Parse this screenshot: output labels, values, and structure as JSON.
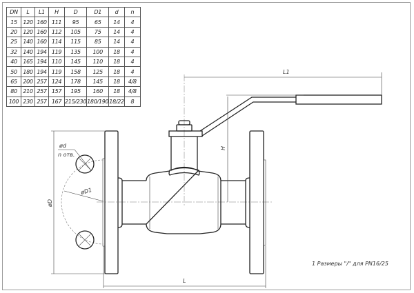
{
  "table": {
    "headers": [
      "DN",
      "L",
      "L1",
      "H",
      "D",
      "D1",
      "d",
      "n"
    ],
    "rows": [
      [
        "15",
        "120",
        "160",
        "111",
        "95",
        "65",
        "14",
        "4"
      ],
      [
        "20",
        "120",
        "160",
        "112",
        "105",
        "75",
        "14",
        "4"
      ],
      [
        "25",
        "140",
        "160",
        "114",
        "115",
        "85",
        "14",
        "4"
      ],
      [
        "32",
        "140",
        "194",
        "119",
        "135",
        "100",
        "18",
        "4"
      ],
      [
        "40",
        "165",
        "194",
        "110",
        "145",
        "110",
        "18",
        "4"
      ],
      [
        "50",
        "180",
        "194",
        "119",
        "158",
        "125",
        "18",
        "4"
      ],
      [
        "65",
        "200",
        "257",
        "124",
        "178",
        "145",
        "18",
        "4/8"
      ],
      [
        "80",
        "210",
        "257",
        "157",
        "195",
        "160",
        "18",
        "4/8"
      ],
      [
        "100",
        "230",
        "257",
        "167",
        "215/230",
        "180/190",
        "18/22",
        "8"
      ]
    ]
  },
  "dimensions": {
    "L1": "L1",
    "H": "H",
    "L": "L",
    "D": "øD",
    "D1": "øD1",
    "d": "ød",
    "holes": "n отв."
  },
  "note": "1 Размеры \"/\" для PN16/25"
}
